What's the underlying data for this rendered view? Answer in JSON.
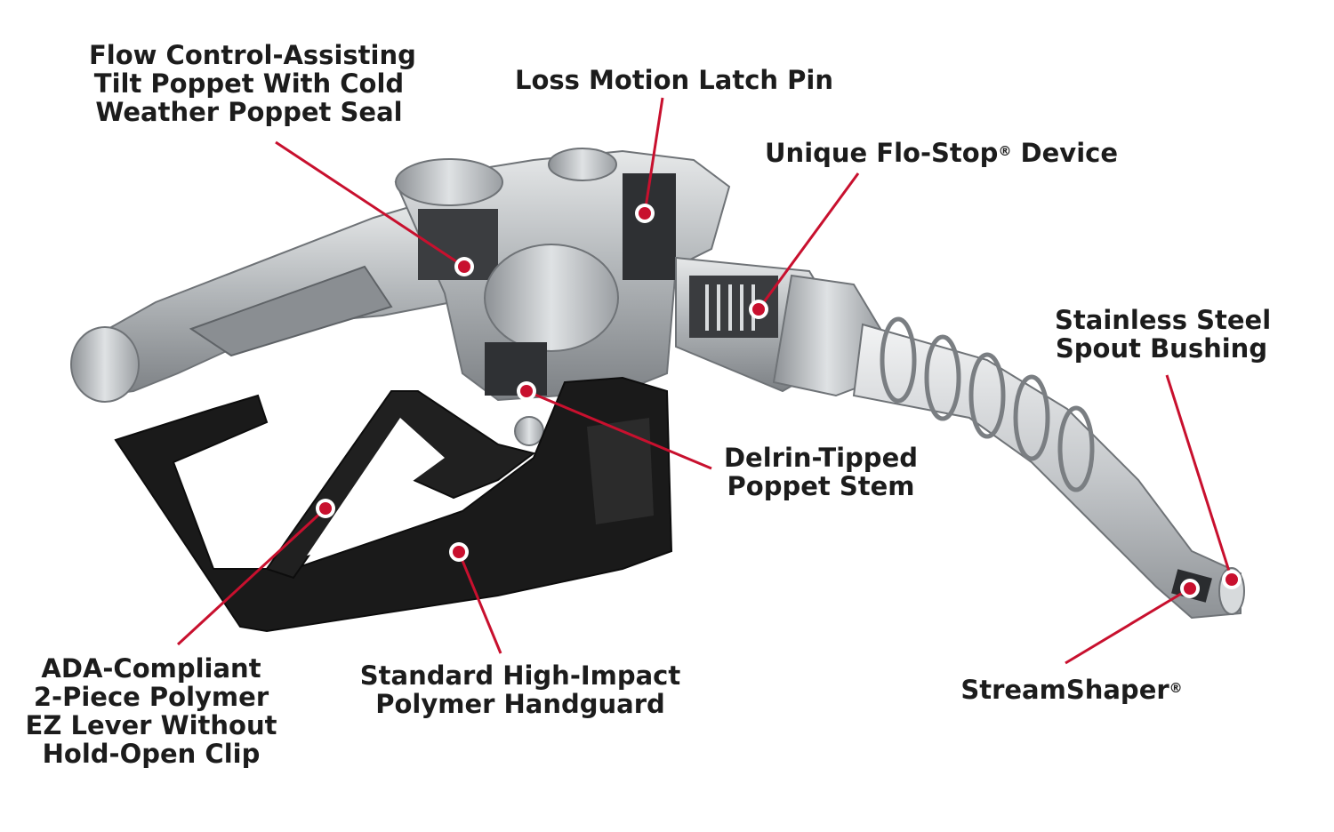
{
  "colors": {
    "accent": "#c8102e",
    "text": "#1c1c1c",
    "metal": "#b9bcbe",
    "handguard": "#1a1a1a"
  },
  "callouts": [
    {
      "id": "tilt-poppet",
      "lines": [
        "Flow Control-Assisting",
        "Tilt Poppet With Cold",
        "Weather Poppet Seal"
      ]
    },
    {
      "id": "latch-pin",
      "lines": [
        "Loss Motion Latch Pin"
      ]
    },
    {
      "id": "flo-stop",
      "lines": [
        "Unique Flo-Stop",
        " Device"
      ],
      "mark": "®"
    },
    {
      "id": "spout-bushing",
      "lines": [
        "Stainless Steel",
        "Spout Bushing"
      ]
    },
    {
      "id": "poppet-stem",
      "lines": [
        "Delrin-Tipped",
        "Poppet Stem"
      ]
    },
    {
      "id": "streamshaper",
      "lines": [
        "StreamShaper"
      ],
      "mark": "®"
    },
    {
      "id": "handguard",
      "lines": [
        "Standard High-Impact",
        "Polymer Handguard"
      ]
    },
    {
      "id": "ez-lever",
      "lines": [
        "ADA-Compliant",
        "2-Piece Polymer",
        "EZ Lever Without",
        "Hold-Open Clip"
      ]
    }
  ]
}
